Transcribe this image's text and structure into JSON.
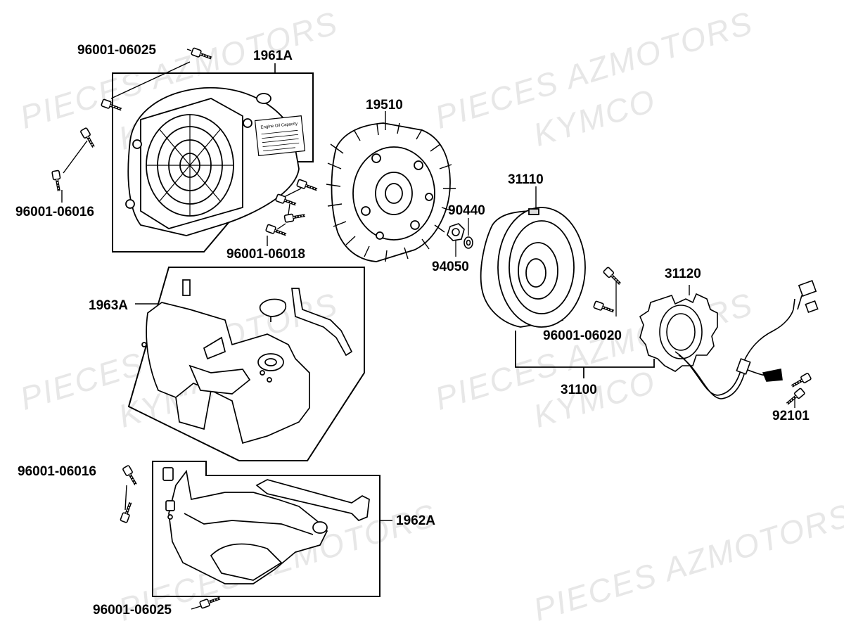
{
  "watermark": {
    "line1": "PIECES AZMOTORS",
    "line2": "KYMCO"
  },
  "labels": {
    "p96001_06025_top": "96001-06025",
    "p1961A": "1961A",
    "p96001_06016_top": "96001-06016",
    "p96001_06018": "96001-06018",
    "p19510": "19510",
    "p31110": "31110",
    "p90440": "90440",
    "p94050": "94050",
    "p31120": "31120",
    "p96001_06020": "96001-06020",
    "p31100": "31100",
    "p92101": "92101",
    "p1963A": "1963A",
    "p96001_06016_bottom": "96001-06016",
    "p1962A": "1962A",
    "p96001_06025_bottom": "96001-06025"
  },
  "decal": {
    "title": "Engine Oil Capacity"
  }
}
